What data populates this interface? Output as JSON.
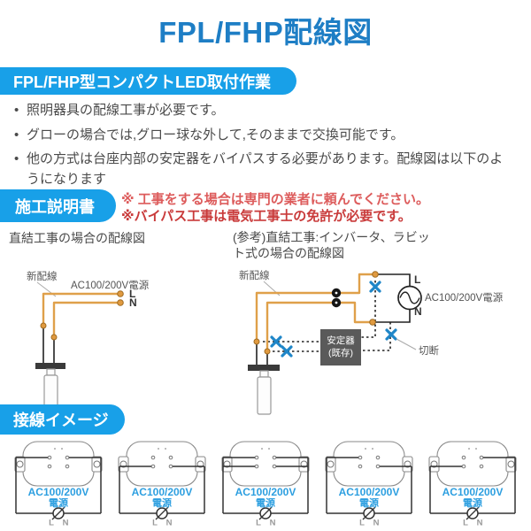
{
  "page": {
    "title": "FPL/FHP配線図"
  },
  "colors": {
    "banner_blue": "#18a0e8",
    "title_blue": "#1e7ec5",
    "warning_red_light": "#dd5c5c",
    "warning_red_dark": "#c93a3a",
    "wire_orange": "#dfa04a",
    "cut_mark_blue": "#1f86c8",
    "lamp_label_blue": "#2d9fe0",
    "ballast_gray": "#5a5a5a"
  },
  "install_section": {
    "banner": "FPL/FHP型コンパクトLED取付作業",
    "bullets": [
      "照明器具の配線工事が必要です。",
      "グローの場合では,グロー球な外して,そのままで交換可能です。",
      "他の方式は台座内部の安定器をバイパスする必要があります。配線図は以下のようになります"
    ]
  },
  "manual_section": {
    "banner": "施工説明書",
    "warnings": [
      "※ 工事をする場合は専門の業者に頼んでください。",
      "※バイパス工事は電気工事士の免許が必要です。"
    ],
    "left_caption": "直結工事の場合の配線図",
    "right_caption": "(参考)直結工事:インバータ、ラビット式の場合の配線図",
    "labels": {
      "new_wiring": "新配線",
      "power": "AC100/200V電源",
      "l": "L",
      "n": "N",
      "ballast_1": "安定器",
      "ballast_2": "(既存)",
      "cut": "切断"
    }
  },
  "connection_section": {
    "banner": "接線イメージ",
    "power_line1": "AC100/200V",
    "power_line2": "電源",
    "l": "L",
    "n": "N",
    "variants": [
      "top-pin-row",
      "bottom-pin-row",
      "both-pin-rows",
      "diagonal-top-left-to-bottom-right",
      "diagonal-bottom-left-to-top-right"
    ]
  }
}
